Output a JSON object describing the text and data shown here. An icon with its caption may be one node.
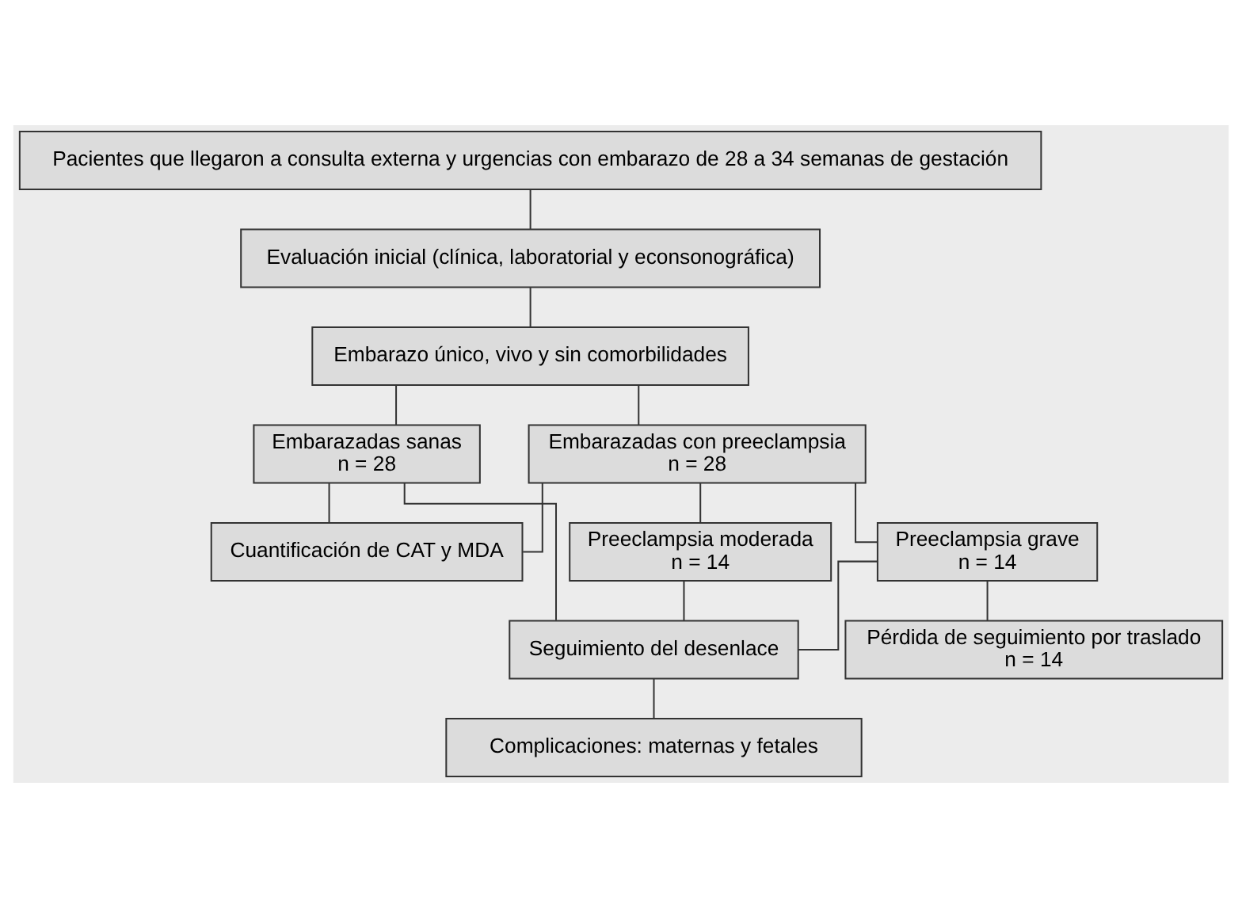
{
  "diagram": {
    "nodes": [
      {
        "text": [
          "Pacientes que llegaron a consulta externa y urgencias con embarazo de 28 a 34 semanas de gestación"
        ]
      },
      {
        "text": [
          "Evaluación inicial (clínica, laboratorial y econsonográfica)"
        ]
      },
      {
        "text": [
          "Embarazo único, vivo y sin comorbilidades"
        ]
      },
      {
        "text": [
          "Embarazadas sanas",
          "n = 28"
        ]
      },
      {
        "text": [
          "Embarazadas con preeclampsia",
          "n = 28"
        ]
      },
      {
        "text": [
          "Cuantificación de CAT y MDA"
        ]
      },
      {
        "text": [
          "Preeclampsia moderada",
          "n = 14"
        ]
      },
      {
        "text": [
          "Preeclampsia grave",
          "n = 14"
        ]
      },
      {
        "text": [
          "Pérdida de seguimiento por traslado",
          "n = 14"
        ]
      },
      {
        "text": [
          "Seguimiento del desenlace"
        ]
      },
      {
        "text": [
          "Complicaciones: maternas y fetales"
        ]
      }
    ],
    "edges": [
      {
        "from": 0,
        "to": 1,
        "arrow": "none"
      },
      {
        "from": 1,
        "to": 2,
        "arrow": "none"
      },
      {
        "from": 2,
        "to": 3,
        "arrow": "none"
      },
      {
        "from": 2,
        "to": 4,
        "arrow": "none"
      },
      {
        "from": 3,
        "to": 5,
        "arrow": "none"
      },
      {
        "from": 4,
        "to": 5,
        "arrow": "none"
      },
      {
        "from": 4,
        "to": 6,
        "arrow": "none"
      },
      {
        "from": 4,
        "to": 7,
        "arrow": "none"
      },
      {
        "from": 3,
        "to": 9,
        "arrow": "none"
      },
      {
        "from": 6,
        "to": 9,
        "arrow": "none"
      },
      {
        "from": 7,
        "to": 9,
        "arrow": "none"
      },
      {
        "from": 7,
        "to": 8,
        "arrow": "none"
      },
      {
        "from": 9,
        "to": 10,
        "arrow": "none"
      }
    ]
  }
}
